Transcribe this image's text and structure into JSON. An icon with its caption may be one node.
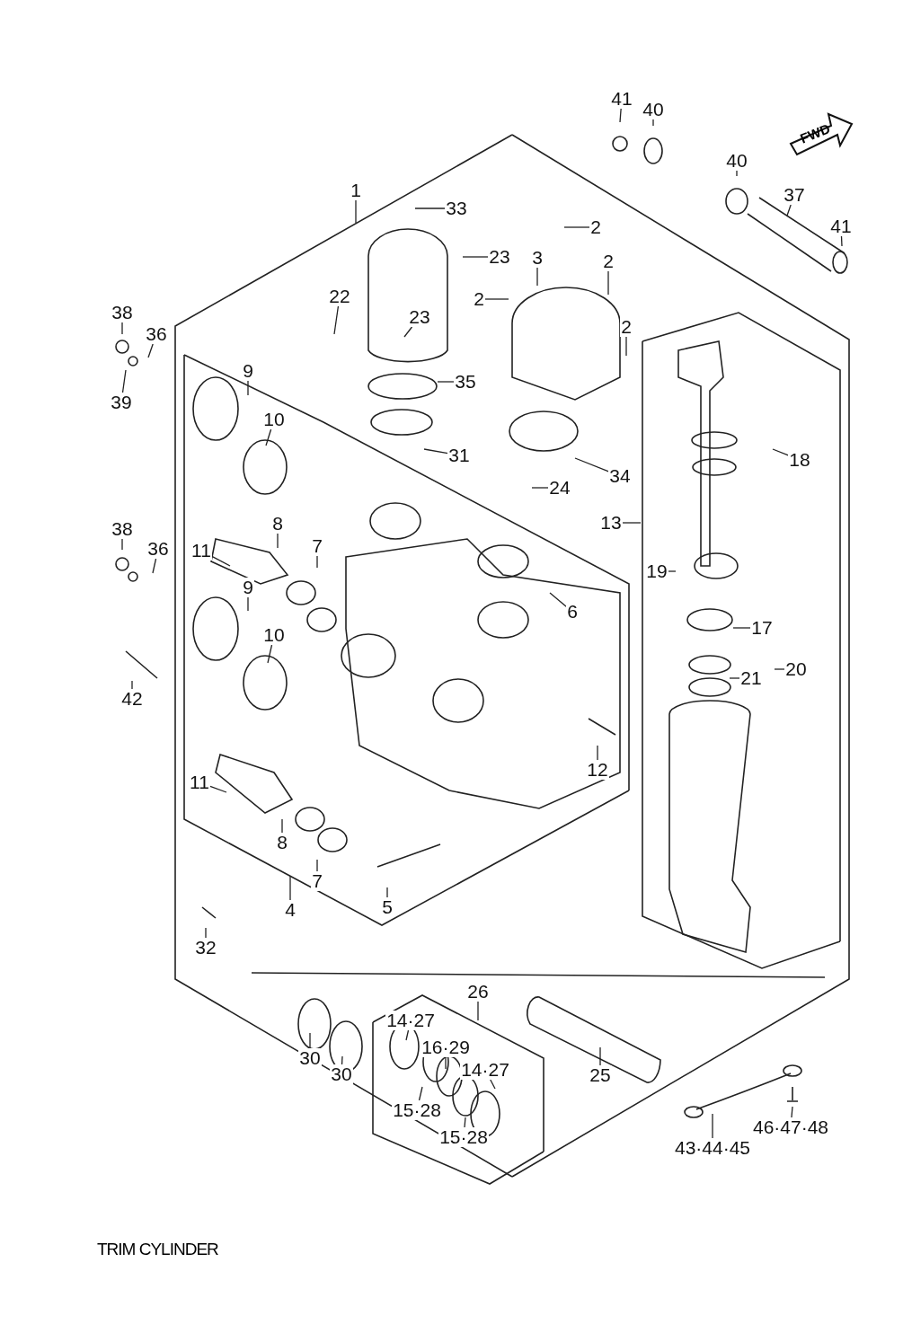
{
  "diagram": {
    "title": "TRIM CYLINDER",
    "nodes": [
      {
        "text": [
          "1"
        ]
      },
      {
        "text": [
          "33"
        ]
      },
      {
        "text": [
          "2"
        ]
      },
      {
        "text": [
          "23"
        ]
      },
      {
        "text": [
          "3"
        ]
      },
      {
        "text": [
          "2"
        ]
      },
      {
        "text": [
          "2"
        ]
      },
      {
        "text": [
          "22"
        ]
      },
      {
        "text": [
          "23"
        ]
      },
      {
        "text": [
          "2"
        ]
      },
      {
        "text": [
          "38"
        ]
      },
      {
        "text": [
          "36"
        ]
      },
      {
        "text": [
          "39"
        ]
      },
      {
        "text": [
          "35"
        ]
      },
      {
        "text": [
          "9"
        ]
      },
      {
        "text": [
          "10"
        ]
      },
      {
        "text": [
          "31"
        ]
      },
      {
        "text": [
          "18"
        ]
      },
      {
        "text": [
          "34"
        ]
      },
      {
        "text": [
          "24"
        ]
      },
      {
        "text": [
          "13"
        ]
      },
      {
        "text": [
          "38"
        ]
      },
      {
        "text": [
          "36"
        ]
      },
      {
        "text": [
          "8"
        ]
      },
      {
        "text": [
          "11"
        ]
      },
      {
        "text": [
          "7"
        ]
      },
      {
        "text": [
          "19"
        ]
      },
      {
        "text": [
          "6"
        ]
      },
      {
        "text": [
          "9"
        ]
      },
      {
        "text": [
          "10"
        ]
      },
      {
        "text": [
          "17"
        ]
      },
      {
        "text": [
          "42"
        ]
      },
      {
        "text": [
          "20"
        ]
      },
      {
        "text": [
          "21"
        ]
      },
      {
        "text": [
          "12"
        ]
      },
      {
        "text": [
          "11"
        ]
      },
      {
        "text": [
          "8"
        ]
      },
      {
        "text": [
          "7"
        ]
      },
      {
        "text": [
          "4"
        ]
      },
      {
        "text": [
          "5"
        ]
      },
      {
        "text": [
          "32"
        ]
      },
      {
        "text": [
          "26"
        ]
      },
      {
        "text": [
          "14·27"
        ]
      },
      {
        "text": [
          "16·29"
        ]
      },
      {
        "text": [
          "30"
        ]
      },
      {
        "text": [
          "30"
        ]
      },
      {
        "text": [
          "25"
        ]
      },
      {
        "text": [
          "14·27"
        ]
      },
      {
        "text": [
          "15·28"
        ]
      },
      {
        "text": [
          "15·28"
        ]
      },
      {
        "text": [
          "43·44·45"
        ]
      },
      {
        "text": [
          "46·47·48"
        ]
      },
      {
        "text": [
          "41"
        ]
      },
      {
        "text": [
          "40"
        ]
      },
      {
        "text": [
          "40"
        ]
      },
      {
        "text": [
          "37"
        ]
      },
      {
        "text": [
          "41"
        ]
      }
    ],
    "edges": [
      {
        "from": 0,
        "to": null,
        "arrow": "none"
      },
      {
        "from": 1,
        "to": null,
        "arrow": "none"
      },
      {
        "from": 2,
        "to": null,
        "arrow": "none"
      },
      {
        "from": 3,
        "to": null,
        "arrow": "none"
      },
      {
        "from": 4,
        "to": null,
        "arrow": "none"
      },
      {
        "from": 5,
        "to": null,
        "arrow": "none"
      },
      {
        "from": 6,
        "to": null,
        "arrow": "none"
      },
      {
        "from": 7,
        "to": null,
        "arrow": "none"
      },
      {
        "from": 8,
        "to": null,
        "arrow": "none"
      },
      {
        "from": 9,
        "to": null,
        "arrow": "none"
      },
      {
        "from": 10,
        "to": null,
        "arrow": "none"
      },
      {
        "from": 11,
        "to": null,
        "arrow": "none"
      },
      {
        "from": 12,
        "to": null,
        "arrow": "none"
      },
      {
        "from": 13,
        "to": null,
        "arrow": "none"
      },
      {
        "from": 14,
        "to": null,
        "arrow": "none"
      },
      {
        "from": 15,
        "to": null,
        "arrow": "none"
      },
      {
        "from": 16,
        "to": null,
        "arrow": "none"
      },
      {
        "from": 17,
        "to": null,
        "arrow": "none"
      },
      {
        "from": 18,
        "to": null,
        "arrow": "none"
      },
      {
        "from": 19,
        "to": null,
        "arrow": "none"
      },
      {
        "from": 20,
        "to": null,
        "arrow": "none"
      },
      {
        "from": 21,
        "to": null,
        "arrow": "none"
      },
      {
        "from": 22,
        "to": null,
        "arrow": "none"
      },
      {
        "from": 23,
        "to": null,
        "arrow": "none"
      },
      {
        "from": 24,
        "to": null,
        "arrow": "none"
      },
      {
        "from": 25,
        "to": null,
        "arrow": "none"
      },
      {
        "from": 26,
        "to": null,
        "arrow": "none"
      },
      {
        "from": 27,
        "to": null,
        "arrow": "none"
      },
      {
        "from": 28,
        "to": null,
        "arrow": "none"
      },
      {
        "from": 29,
        "to": null,
        "arrow": "none"
      },
      {
        "from": 30,
        "to": null,
        "arrow": "none"
      },
      {
        "from": 31,
        "to": null,
        "arrow": "none"
      },
      {
        "from": 32,
        "to": null,
        "arrow": "none"
      },
      {
        "from": 33,
        "to": null,
        "arrow": "none"
      },
      {
        "from": 34,
        "to": null,
        "arrow": "none"
      },
      {
        "from": 35,
        "to": null,
        "arrow": "none"
      },
      {
        "from": 36,
        "to": null,
        "arrow": "none"
      },
      {
        "from": 37,
        "to": null,
        "arrow": "none"
      },
      {
        "from": 38,
        "to": null,
        "arrow": "none"
      },
      {
        "from": 39,
        "to": null,
        "arrow": "none"
      },
      {
        "from": 40,
        "to": null,
        "arrow": "none"
      },
      {
        "from": 41,
        "to": null,
        "arrow": "none"
      },
      {
        "from": 42,
        "to": null,
        "arrow": "none"
      },
      {
        "from": 43,
        "to": null,
        "arrow": "none"
      },
      {
        "from": 44,
        "to": null,
        "arrow": "none"
      },
      {
        "from": 45,
        "to": null,
        "arrow": "none"
      },
      {
        "from": 46,
        "to": null,
        "arrow": "none"
      },
      {
        "from": 47,
        "to": null,
        "arrow": "none"
      },
      {
        "from": 48,
        "to": null,
        "arrow": "none"
      },
      {
        "from": 49,
        "to": null,
        "arrow": "none"
      },
      {
        "from": 50,
        "to": null,
        "arrow": "none"
      },
      {
        "from": 51,
        "to": null,
        "arrow": "none"
      },
      {
        "from": 52,
        "to": null,
        "arrow": "none"
      },
      {
        "from": 53,
        "to": null,
        "arrow": "none"
      },
      {
        "from": 54,
        "to": null,
        "arrow": "none"
      },
      {
        "from": 55,
        "to": null,
        "arrow": "none"
      },
      {
        "from": 56,
        "to": null,
        "arrow": "none"
      }
    ],
    "labels": [
      "FWD"
    ]
  }
}
